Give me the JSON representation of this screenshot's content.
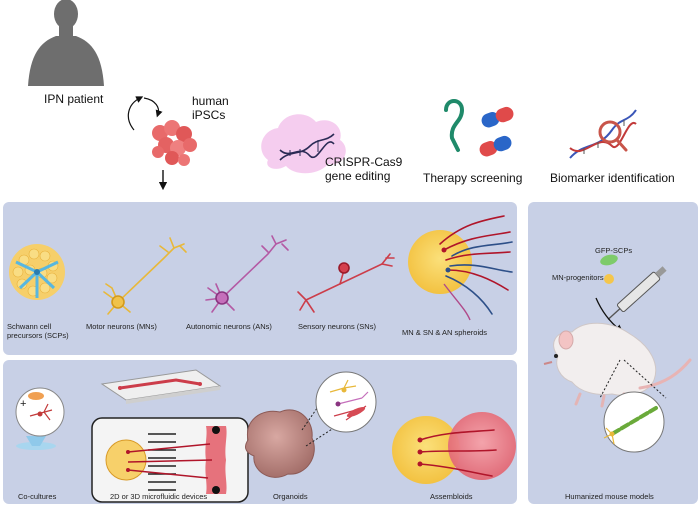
{
  "top": {
    "patient_label": "IPN patient",
    "ipsc_label": "human\niPSCs",
    "crispr_label": "CRISPR-Cas9\ngene editing",
    "therapy_label": "Therapy screening",
    "biomarker_label": "Biomarker identification"
  },
  "cell_types": {
    "scp_label": "Schwann cell\nprecursors (SCPs)",
    "mn_label": "Motor neurons (MNs)",
    "an_label": "Autonomic neurons (ANs)",
    "sn_label": "Sensory neurons (SNs)",
    "spheroid_label": "MN & SN & AN spheroids"
  },
  "models": {
    "coculture_label": "Co-cultures",
    "plus_sign": "+",
    "microfluidic_label": "2D or 3D microfluidic devices",
    "organoid_label": "Organoids",
    "assembloid_label": "Assembloids"
  },
  "mouse": {
    "gfp_label": "GFP-SCPs",
    "mn_prog_label": "MN-progenitors",
    "panel_label": "Humanized mouse models"
  },
  "colors": {
    "panel": "#c8d0e6",
    "yellow_cell": "#f7cc55",
    "red_axon": "#b0152a",
    "blue_axon": "#2d4f88",
    "pink_cell": "#e87b86"
  }
}
